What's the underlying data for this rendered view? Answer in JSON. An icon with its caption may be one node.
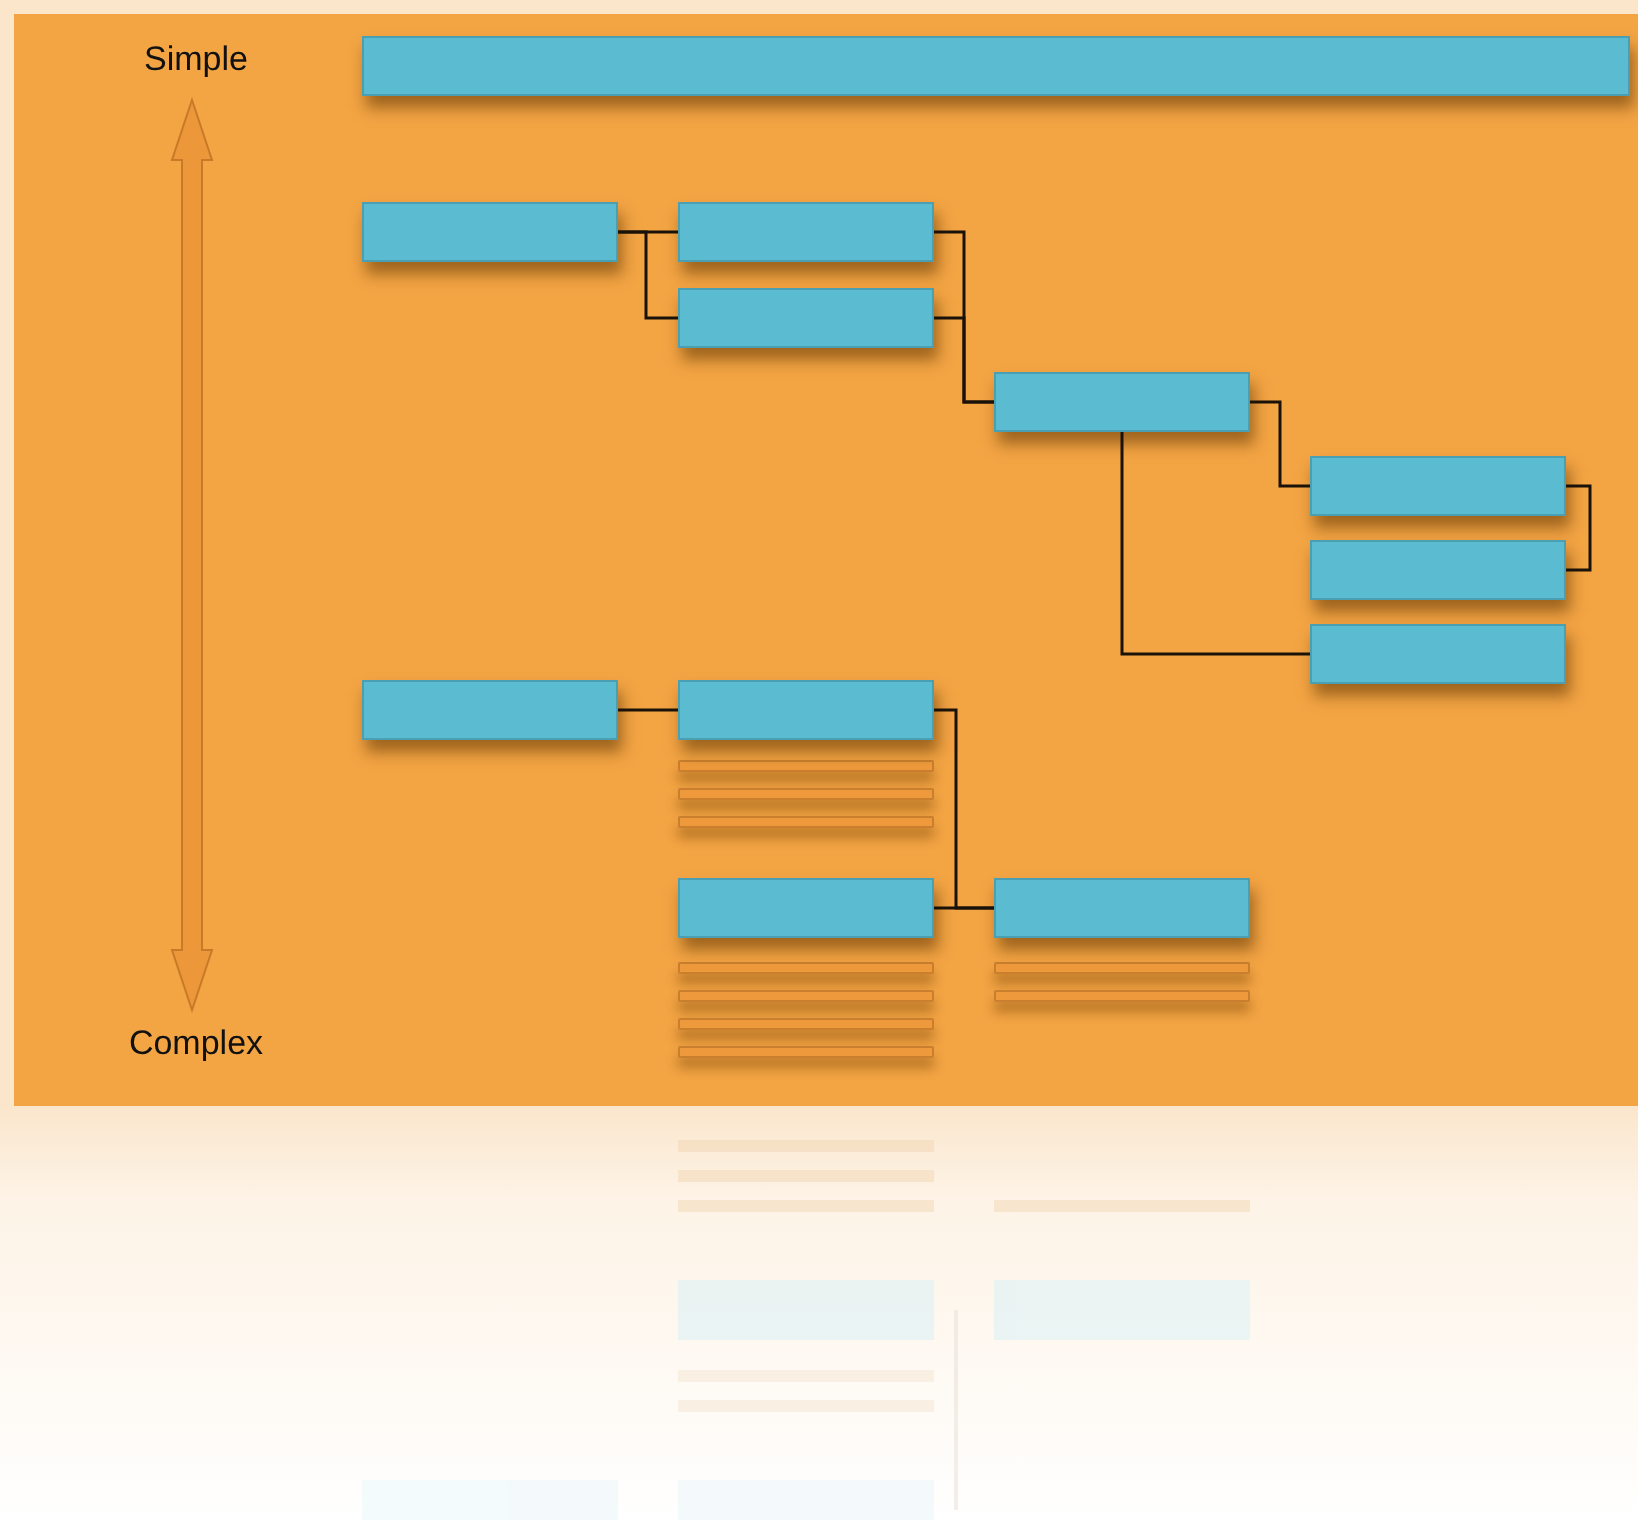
{
  "diagram": {
    "nodes": [
      {
        "text": [],
        "shape": "box"
      },
      {
        "text": [],
        "shape": "box"
      },
      {
        "text": [],
        "shape": "box"
      },
      {
        "text": [],
        "shape": "box"
      },
      {
        "text": [],
        "shape": "box"
      },
      {
        "text": [],
        "shape": "box"
      },
      {
        "text": [],
        "shape": "box"
      },
      {
        "text": [],
        "shape": "box"
      },
      {
        "text": [],
        "shape": "box"
      },
      {
        "text": [],
        "shape": "box"
      },
      {
        "text": [],
        "shape": "box"
      },
      {
        "text": [],
        "shape": "box"
      }
    ],
    "edges": [
      {
        "from": 1,
        "to": 2,
        "arrow": "none"
      },
      {
        "from": 1,
        "to": 3,
        "arrow": "none"
      },
      {
        "from": 2,
        "to": 4,
        "arrow": "none"
      },
      {
        "from": 3,
        "to": 4,
        "arrow": "none"
      },
      {
        "from": 4,
        "to": 5,
        "arrow": "none"
      },
      {
        "from": 5,
        "to": 6,
        "arrow": "none"
      },
      {
        "from": 4,
        "to": 7,
        "arrow": "none"
      },
      {
        "from": 8,
        "to": 9,
        "arrow": "none"
      },
      {
        "from": 9,
        "to": 11,
        "arrow": "none"
      },
      {
        "from": 10,
        "to": 11,
        "arrow": "none"
      }
    ],
    "labels": [
      "Simple",
      "Complex"
    ]
  }
}
